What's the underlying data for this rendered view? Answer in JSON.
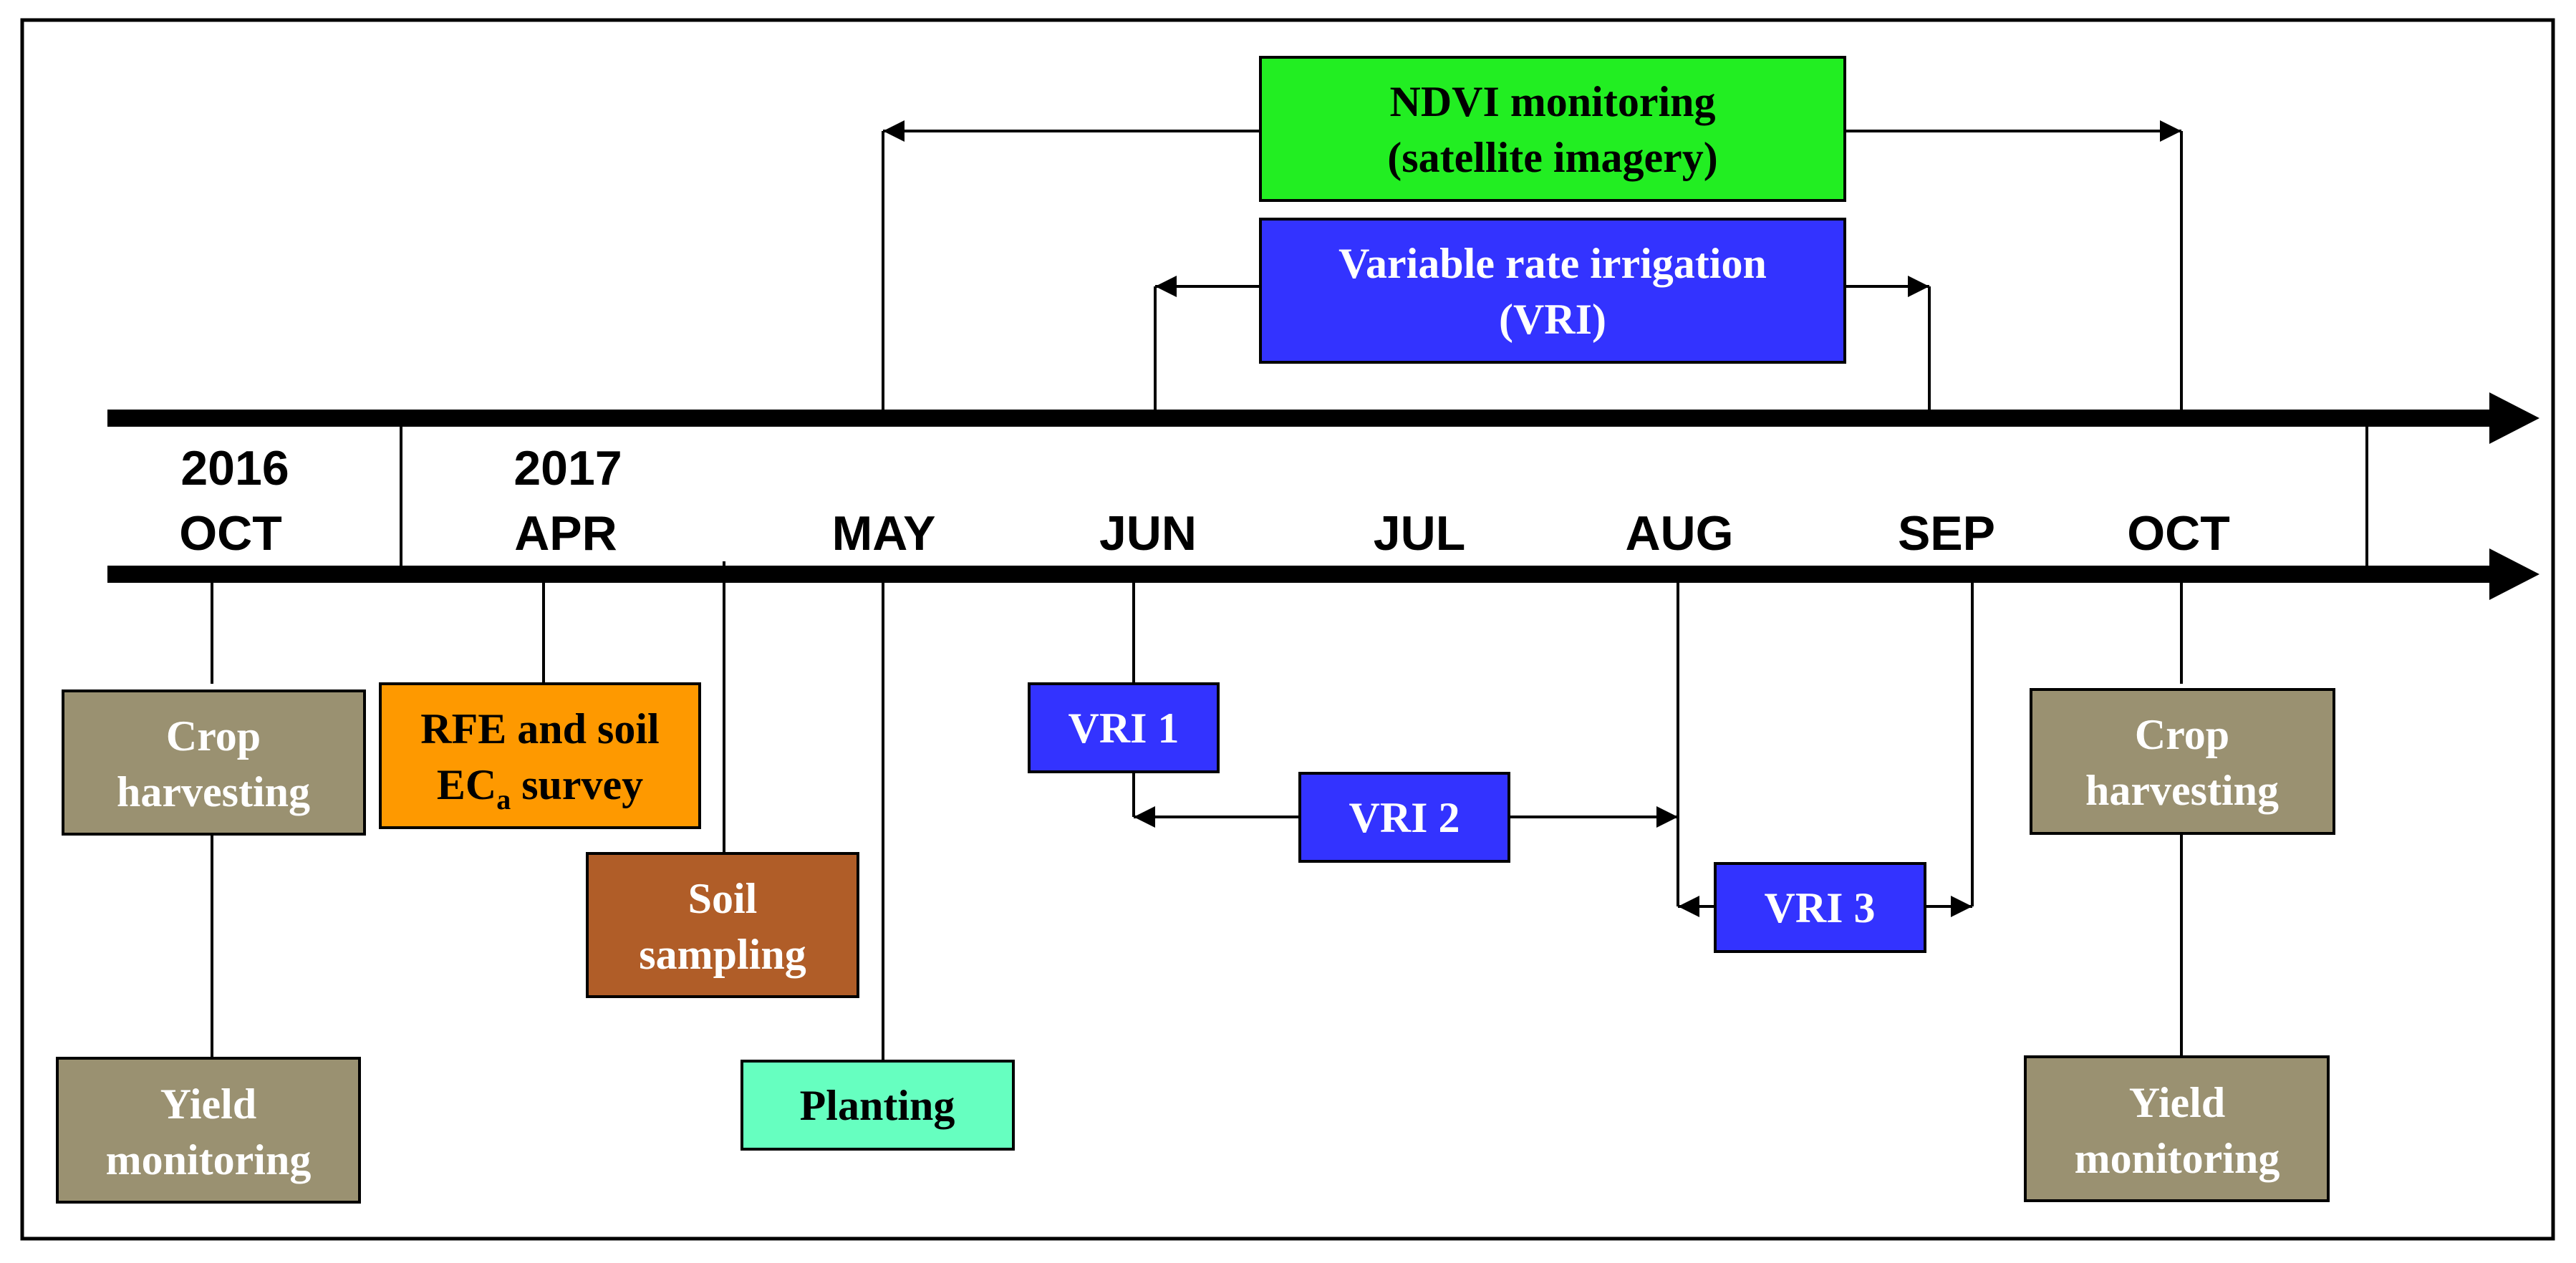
{
  "colors": {
    "ink": "#000000",
    "frame": "#000000",
    "olive": "#9a9171",
    "orange": "#fe9900",
    "brown": "#b05d28",
    "mint": "#66ffc0",
    "green": "#22ee22",
    "blue": "#3333ff",
    "text_dark": "#000000",
    "text_light": "#ffffff"
  },
  "timeline": {
    "years": [
      "2016",
      "2017"
    ],
    "months": [
      "OCT",
      "APR",
      "MAY",
      "JUN",
      "JUL",
      "AUG",
      "SEP",
      "OCT"
    ]
  },
  "boxes": {
    "ndvi": {
      "line1": "NDVI monitoring",
      "line2": "(satellite imagery)"
    },
    "vri": {
      "line1": "Variable rate irrigation",
      "line2": "(VRI)"
    },
    "crop_harvest_left": {
      "line1": "Crop",
      "line2": "harvesting"
    },
    "yield_left": {
      "line1": "Yield",
      "line2": "monitoring"
    },
    "rfe": {
      "line1": "RFE and soil",
      "line2_main": "EC",
      "line2_sub": "a",
      "line2_rest": " survey"
    },
    "soil": {
      "line1": "Soil",
      "line2": "sampling"
    },
    "planting": {
      "line1": "Planting"
    },
    "vri1": {
      "line1": "VRI 1"
    },
    "vri2": {
      "line1": "VRI 2"
    },
    "vri3": {
      "line1": "VRI 3"
    },
    "crop_harvest_right": {
      "line1": "Crop",
      "line2": "harvesting"
    },
    "yield_right": {
      "line1": "Yield",
      "line2": "monitoring"
    }
  }
}
